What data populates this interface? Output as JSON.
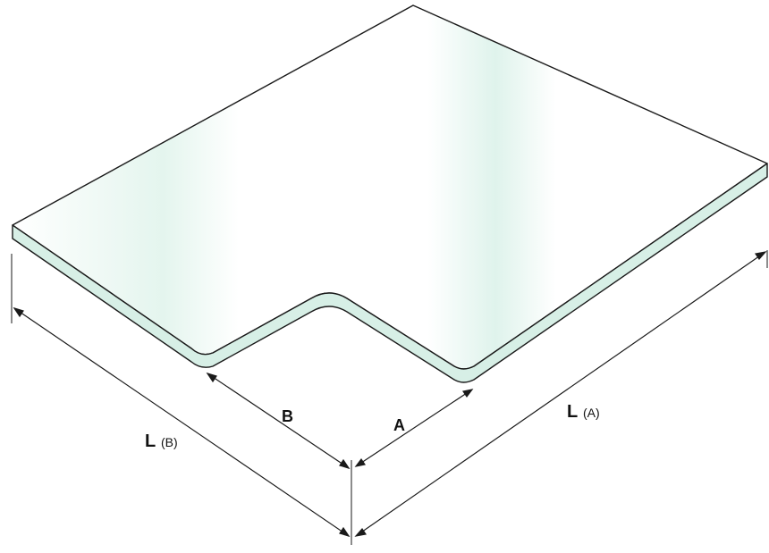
{
  "labels": {
    "b": "B",
    "a": "A",
    "l_b_main": "L",
    "l_b_sub": "(B)",
    "l_a_main": "L",
    "l_a_sub": "(A)"
  },
  "colors": {
    "outline": "#1a1a1a",
    "top_surface": "#ffffff",
    "tint": "#cfeee2",
    "edge_fill": "#d7efe6"
  }
}
